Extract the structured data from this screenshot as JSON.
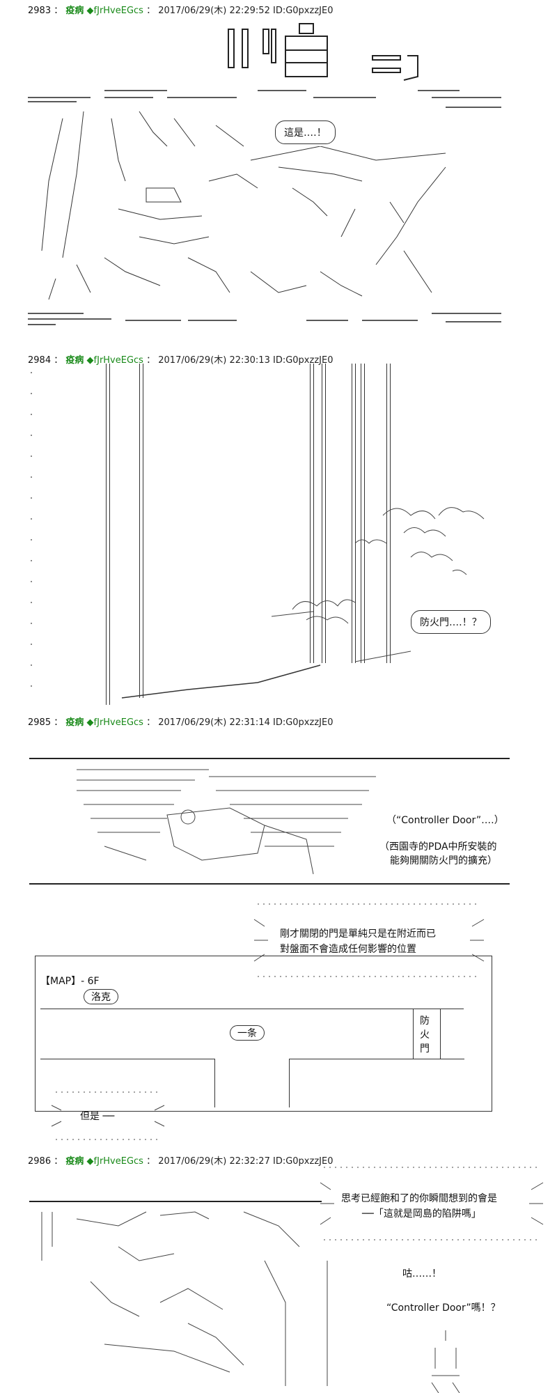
{
  "posts": [
    {
      "number": "2983",
      "name": "疫病",
      "trip": "◆fJrHveEGcs",
      "datetime": "2017/06/29(木) 22:29:52",
      "id": "ID:G0pxzzJE0",
      "bubbles": [
        "這是‥‥！"
      ]
    },
    {
      "number": "2984",
      "name": "疫病",
      "trip": "◆fJrHveEGcs",
      "datetime": "2017/06/29(木) 22:30:13",
      "id": "ID:G0pxzzJE0",
      "bubbles": [
        "防火門‥‥！？"
      ]
    },
    {
      "number": "2985",
      "name": "疫病",
      "trip": "◆fJrHveEGcs",
      "datetime": "2017/06/29(木) 22:31:14",
      "id": "ID:G0pxzzJE0",
      "captions": [
        "（“Controller Door”‥‥）",
        "（西園寺的PDA中所安裝的",
        "能夠開關防火門的擴充）"
      ],
      "burst_text": [
        "剛才關閉的門是單純只是在附近而已",
        "對盤面不會造成任何影響的位置"
      ],
      "map": {
        "title": "【MAP】- 6F",
        "room_a": "洛克",
        "room_b": "一条",
        "door": [
          "防",
          "火",
          "門"
        ]
      },
      "but_text": "但是 ──"
    },
    {
      "number": "2986",
      "name": "疫病",
      "trip": "◆fJrHveEGcs",
      "datetime": "2017/06/29(木) 22:32:27",
      "id": "ID:G0pxzzJE0",
      "burst_text": [
        "思考已經飽和了的你瞬間想到的會是",
        "──「這就是岡島的陷阱嗎」"
      ],
      "lines": [
        "咕‥‥‥！",
        "“Controller Door”嗎！？"
      ]
    }
  ]
}
